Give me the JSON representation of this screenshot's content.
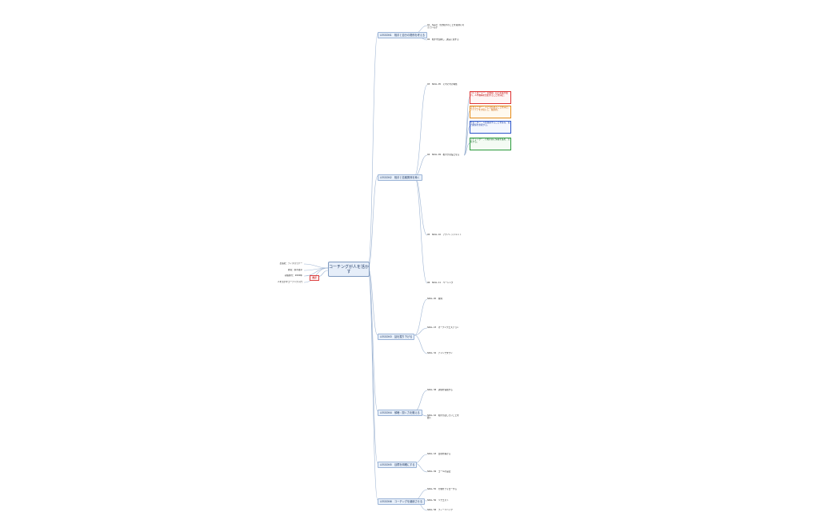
{
  "central": "コーチングが人を活かす",
  "side_tag": "書評",
  "left_notes": [
    "出版社：ディスカヴァー",
    "著者：鈴木義幸",
    "初版発行：2000年",
    "人を活かすコーチング入門"
  ],
  "lessons": [
    {
      "label": "LESSON1　相手と自分の関係を考える",
      "items": [
        "01　Seed：当方相手のことを真剣に考えているか",
        "02　相手を信頼し、誠実に接する"
      ]
    },
    {
      "label": "LESSON2　相手と信頼関係を築く",
      "items": [
        "03　SKILL 05　それぞれの特性",
        "04　SKILL 09　相手が主役となる",
        "05　SKILL 10　アクノレッジメント",
        "06　SKILL 11　ペーシング"
      ]
    },
    {
      "label": "LESSON3　話を掘り下げる",
      "items": [
        "SKILL 20　質問",
        "SKILL 23　オープンクエスチョン",
        "SKILL 32　チャンクダウン"
      ]
    },
    {
      "label": "LESSON4　傾聴：聞く力を鍛える",
      "items": [
        "SKILL 38　評価を保留する",
        "SKILL 42　相手が話したいことを聞く"
      ]
    },
    {
      "label": "LESSON5　目標を明確にする",
      "items": [
        "SKILL 43　目標を掲げる",
        "SKILL 49　ゴールの設定"
      ]
    },
    {
      "label": "LESSON6　コーチングを継続させる",
      "items": [
        "SKILL 55　行動をフォローする",
        "SKILL 56　リクエスト",
        "SKILL 58　フィードバック"
      ]
    }
  ],
  "type_boxes": [
    "コントローラー：行動的、自己主張が強い。人や物事を支配することを好む。",
    "プロモーター：人と活気あることを好む。アイデアを大切にし、独創的。",
    "サポーター：人を援助することを好み、協力関係を重視する。",
    "アナライザー：行動の前に情報を集め、分析する。"
  ]
}
